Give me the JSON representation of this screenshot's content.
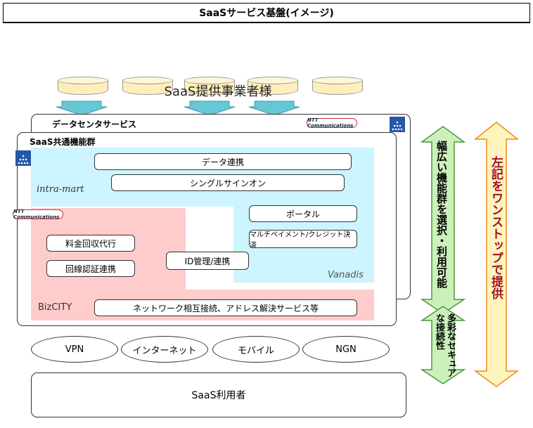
{
  "title": "SaaSサービス基盤(イメージ)",
  "providers_label": "SaaS提供事業者様",
  "datacenter": {
    "title": "データセンタサービス"
  },
  "common": {
    "title": "SaaS共通機能群"
  },
  "functions": {
    "data_link": "データ連携",
    "sso": "シングルサインオン",
    "portal": "ポータル",
    "multipayment": "マルチペイメント/クレジット決済",
    "billing": "料金回収代行",
    "line_auth": "回線認証連携",
    "id_mgmt": "ID管理/連携",
    "network": "ネットワーク相互接続、アドレス解決サービス等"
  },
  "brands": {
    "intramart": "intra-mart",
    "vanadis": "Vanadis",
    "bizcity": "BizCITY",
    "ntt_com": "NTT Communications",
    "ntt_data": "NTT Data"
  },
  "networks": [
    "VPN",
    "インターネット",
    "モバイル",
    "NGN"
  ],
  "users": "SaaS利用者",
  "arrows": {
    "wide": "幅広い機能群を選択・利用可能",
    "connect": "多彩なセキュアな接続性",
    "onestop": "左記をワンストップで提供"
  },
  "colors": {
    "cyan": "#ccf5ff",
    "pink": "#ffcccc",
    "green_fill": "#ccf0bb",
    "green_line": "#4a9a3a",
    "orange_fill": "#fff4bb",
    "orange_line": "#f08a1a"
  }
}
